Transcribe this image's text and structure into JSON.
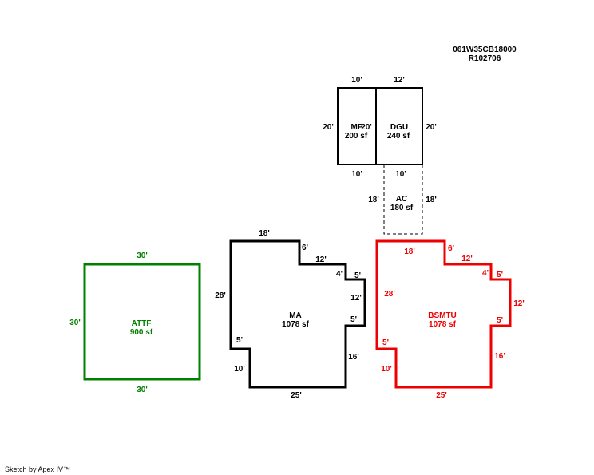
{
  "header": {
    "parcel_id": "061W35CB18000",
    "account": "R102706"
  },
  "footer": {
    "credit": "Sketch by Apex IV™"
  },
  "colors": {
    "black": "#000000",
    "red": "#ee0000",
    "green": "#008000"
  },
  "areas": {
    "mp": {
      "name": "MP",
      "area": "200 sf",
      "dims": {
        "top": "10'",
        "left": "20'",
        "right_inline": "20'",
        "bottom": "10'"
      }
    },
    "dgu": {
      "name": "DGU",
      "area": "240 sf",
      "dims": {
        "top": "12'",
        "right": "20'"
      }
    },
    "ac": {
      "name": "AC",
      "area": "180 sf",
      "dims": {
        "top": "10'",
        "left": "18'",
        "right": "18'"
      }
    },
    "ma": {
      "name": "MA",
      "area": "1078 sf",
      "dims": {
        "top": "18'",
        "step1": "6'",
        "step2": "12'",
        "step3": "4'",
        "step4": "5'",
        "right": "12'",
        "step5": "5'",
        "lower_right": "16'",
        "bottom": "25'",
        "lower_left": "10'",
        "step6": "5'",
        "left": "28'"
      }
    },
    "bsmtu": {
      "name": "BSMTU",
      "area": "1078 sf",
      "dims": {
        "top": "18'",
        "step1": "6'",
        "step2": "12'",
        "step3": "4'",
        "step4": "5'",
        "right": "12'",
        "step5": "5'",
        "lower_right": "16'",
        "bottom": "25'",
        "lower_left": "10'",
        "step6": "5'",
        "left": "28'"
      }
    },
    "attf": {
      "name": "ATTF",
      "area": "900 sf",
      "dims": {
        "top": "30'",
        "left": "30'",
        "bottom": "30'"
      }
    }
  }
}
